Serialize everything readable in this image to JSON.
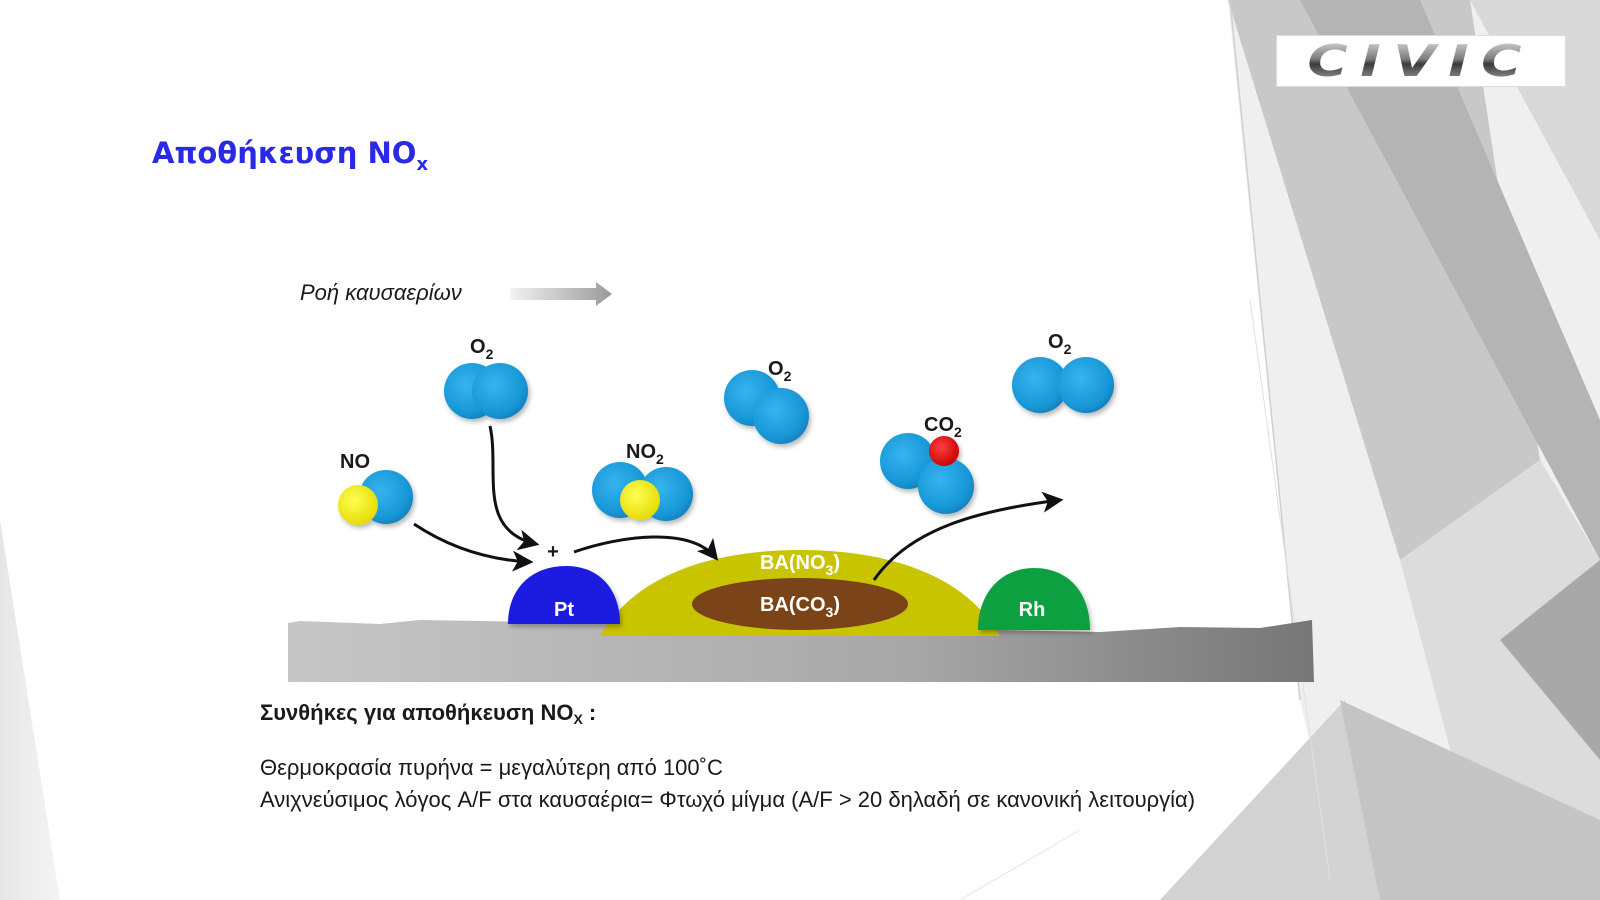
{
  "slide": {
    "title_main": "Αποθήκευση NO",
    "title_sub": "x",
    "logo_text": "CIVIC"
  },
  "diagram": {
    "flow_label": "Ροή καυσαερίων",
    "molecules": {
      "o2_left": {
        "label": "O",
        "sub": "2"
      },
      "no": {
        "label": "NO"
      },
      "no2": {
        "label": "NO",
        "sub": "2"
      },
      "o2_mid": {
        "label": "O",
        "sub": "2"
      },
      "co2": {
        "label": "CO",
        "sub": "2"
      },
      "o2_right": {
        "label": "O",
        "sub": "2"
      }
    },
    "plus": "+",
    "pt": "Pt",
    "rh": "Rh",
    "ba_no3": {
      "pre": "BA(NO",
      "sub": "3",
      "post": ")"
    },
    "ba_co3": {
      "pre": "BA(CO",
      "sub": "3",
      "post": ")"
    }
  },
  "conditions": {
    "heading_main": "Συνθήκες για αποθήκευση NO",
    "heading_sub": "X",
    "heading_tail": " :",
    "line1": "Θερμοκρασία πυρήνα =  μεγαλύτερη από 100˚C",
    "line2": "Ανιχνεύσιμος λόγος A/F στα καυσαέρια= Φτωχό μίγμα (A/F > 20 δηλαδή σε κανονική λειτουργία)"
  },
  "colors": {
    "title": "#2a2ae6",
    "molecule_blue": "#1e9fe0",
    "molecule_yellow": "#f2ee1a",
    "molecule_red": "#e01010",
    "pt": "#1c1ce0",
    "rh": "#10a040",
    "ba_no3": "#c8c400",
    "ba_co3": "#7a4418"
  }
}
